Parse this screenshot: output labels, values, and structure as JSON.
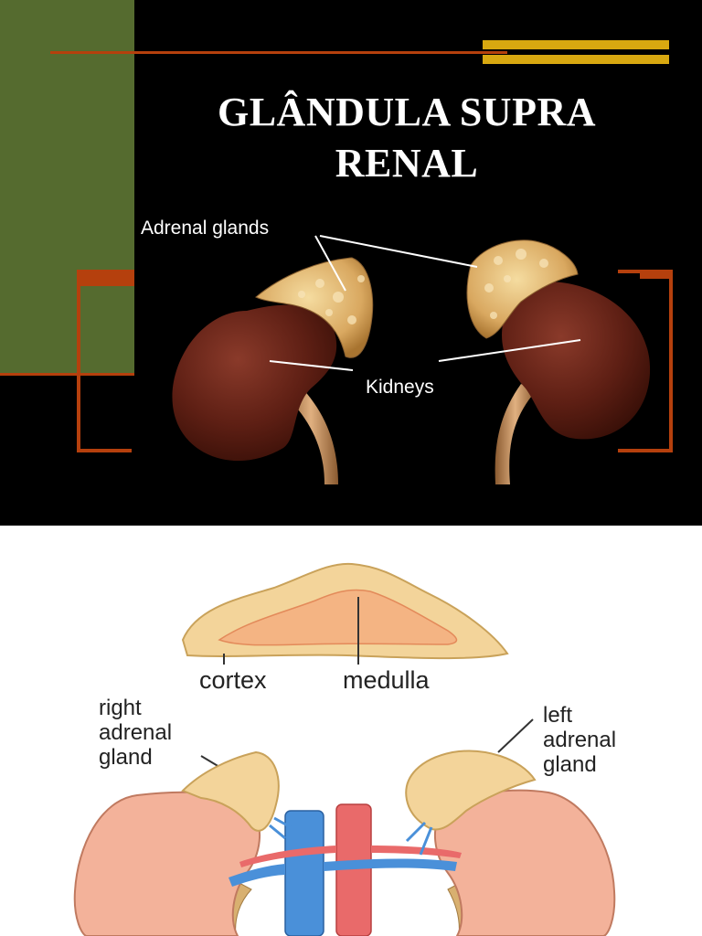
{
  "slide": {
    "title_line1": "GLÂNDULA SUPRA",
    "title_line2": "RENAL",
    "label_adrenal_glands": "Adrenal glands",
    "label_kidneys": "Kidneys",
    "colors": {
      "background": "#000000",
      "green_panel": "#556b2f",
      "accent_rust": "#b5400d",
      "accent_gold": "#d8a810",
      "title": "#ffffff"
    }
  },
  "diagram": {
    "label_cortex": "cortex",
    "label_medulla": "medulla",
    "label_right_line1": "right",
    "label_right_line2": "adrenal",
    "label_right_line3": "gland",
    "label_left_line1": "left",
    "label_left_line2": "adrenal",
    "label_left_line3": "gland",
    "colors": {
      "gland": "#f3d49a",
      "gland_outline": "#c9a25a",
      "medulla": "#f4b483",
      "kidney": "#f3b29a",
      "vein": "#4a90d9",
      "artery": "#e96a6a"
    }
  }
}
